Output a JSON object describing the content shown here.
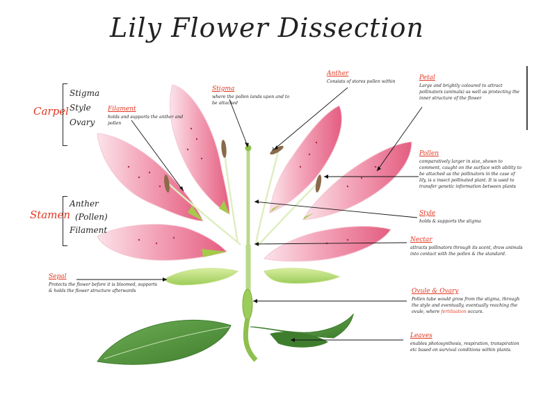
{
  "title": "Lily Flower Dissection",
  "groups": {
    "carpel": {
      "label": "Carpel",
      "parts": [
        "Stigma",
        "Style",
        "Ovary"
      ]
    },
    "stamen": {
      "label": "Stamen",
      "parts": [
        "Anther",
        "(Pollen)",
        "Filament"
      ]
    }
  },
  "notes": {
    "anther": {
      "title": "Anther",
      "text": "Consists of stores pollen within"
    },
    "stigma": {
      "title": "Stigma",
      "text": "where the pollen lands upon and to be attached"
    },
    "filament": {
      "title": "Filament",
      "text": "holds and supports the anther and pollen"
    },
    "petal": {
      "title": "Petal",
      "text": "Large and brightly coloured to attract pollinators (animals) as well as protecting the inner structure of the flower"
    },
    "pollen": {
      "title": "Pollen",
      "text": "comparatively larger in size, shown to comment, caught on the surface with ability to be attached as the pollinators in the case of lily, is a insect pollinated plant. It is used to transfer genetic information between plants"
    },
    "style": {
      "title": "Style",
      "text": "holds & supports the stigma"
    },
    "nectar": {
      "title": "Nectar",
      "text": "attracts pollinators through its scent, draw animals into contact with the pollen & the standard."
    },
    "sepal": {
      "title": "Sepal",
      "text": "Protects the flower before it is bloomed, supports & holds the flower structure afterwards"
    },
    "ovule": {
      "title": "Ovule & Ovary",
      "text": "Pollen tube would grow from the stigma, through the style and eventually, eventually reaching the ovule, where",
      "highlight": "fertilisation",
      "text_end": "occurs."
    },
    "leaves": {
      "title": "Leaves",
      "text": "enables photosynthesis, respiration, transpiration etc based on survival conditions within plants."
    }
  },
  "colors": {
    "annotation_heading": "#e2351f",
    "ink": "#222222",
    "petal_pink": "#f19bb0",
    "petal_deep": "#e2577a",
    "stem_green": "#9ccc5a",
    "leaf_green": "#4f8f3a",
    "anther_brown": "#8a6a4a"
  }
}
